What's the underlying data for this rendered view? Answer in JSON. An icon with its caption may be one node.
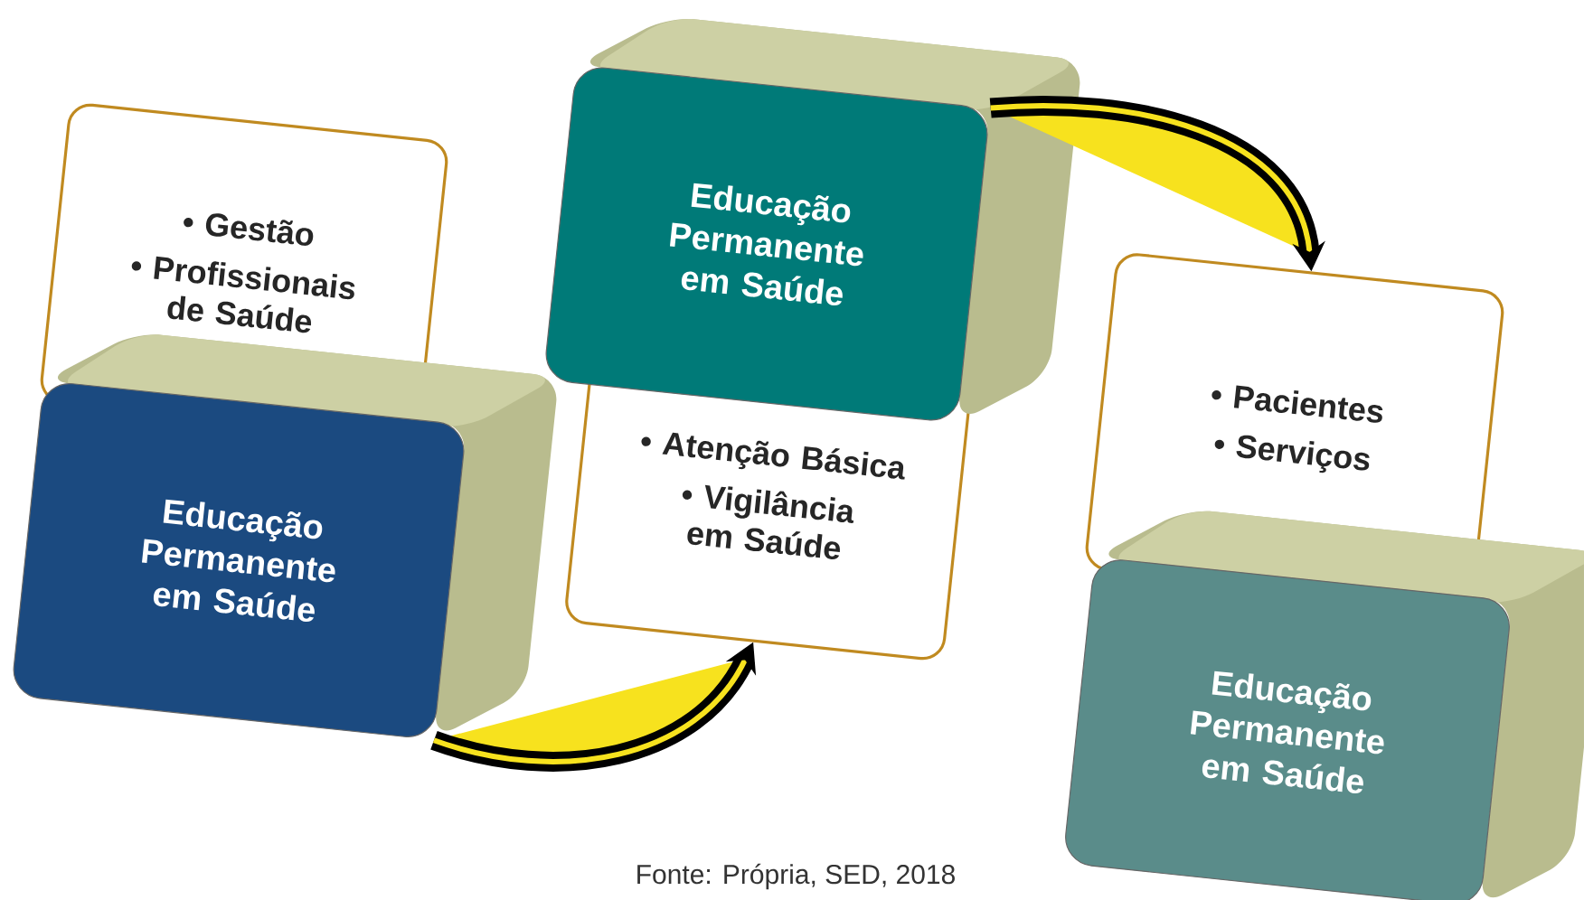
{
  "diagram": {
    "caption": "Fonte: Própria, SED, 2018",
    "nodes": [
      {
        "text": [
          "• Gestão",
          "• Profissionais de Saúde"
        ]
      },
      {
        "text": [
          "Educação Permanente em Saúde"
        ]
      },
      {
        "text": [
          "• Atenção Básica",
          "• Vigilância em Saúde"
        ]
      },
      {
        "text": [
          "Educação Permanente em Saúde"
        ]
      },
      {
        "text": [
          "• Pacientes",
          "• Serviços"
        ]
      },
      {
        "text": [
          "Educação Permanente em Saúde"
        ]
      }
    ],
    "edges": [
      {
        "from": 1,
        "to": 2,
        "arrow": "to"
      },
      {
        "from": 3,
        "to": 4,
        "arrow": "to"
      }
    ]
  }
}
